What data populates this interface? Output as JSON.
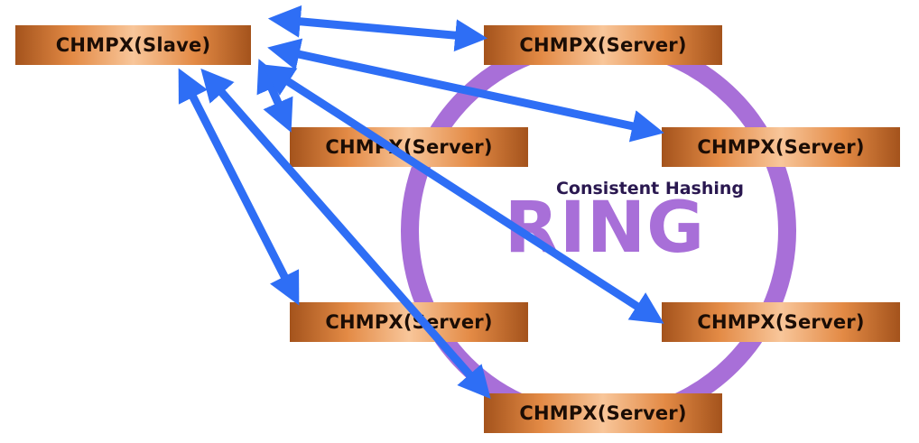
{
  "ring": {
    "subtitle": "Consistent Hashing",
    "title": "RING",
    "ring_color": "#a86fd8"
  },
  "arrow_color": "#2e6ef5",
  "nodes": {
    "slave": "CHMPX(Slave)",
    "server_top": "CHMPX(Server)",
    "server_mid_left": "CHMPX(Server)",
    "server_mid_right": "CHMPX(Server)",
    "server_low_left": "CHMPX(Server)",
    "server_low_right": "CHMPX(Server)",
    "server_bottom": "CHMPX(Server)"
  }
}
